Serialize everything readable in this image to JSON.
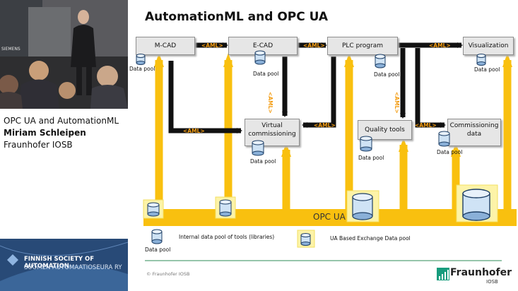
{
  "video": {
    "siemens_text": "SIEMENS"
  },
  "caption": {
    "line1": "OPC UA and AutomationML",
    "line2": "Miriam Schleipen",
    "line3": "Fraunhofer IOSB"
  },
  "banner": {
    "line1": "FINNISH SOCIETY OF AUTOMATION",
    "line2": "SUOMEN AUTOMAATIOSEURA RY"
  },
  "slide": {
    "title": "AutomationML and OPC UA",
    "tools": {
      "mcad": "M-CAD",
      "ecad": "E-CAD",
      "plc": "PLC program",
      "visualization": "Visualization",
      "virtual_line1": "Virtual",
      "virtual_line2": "commissioning",
      "quality": "Quality tools",
      "commissioning_line1": "Commissioning",
      "commissioning_line2": "data"
    },
    "data_pool_label": "Data pool",
    "aml_label": "<AML>",
    "bus_label": "OPC UA",
    "legend": {
      "internal": "Internal data pool of tools (libraries)",
      "internal_sub": "Data pool",
      "ua": "UA Based Exchange Data pool"
    },
    "copyright": "© Fraunhofer IOSB",
    "logo": {
      "word": "Fraunhofer",
      "sub": "IOSB"
    }
  },
  "colors": {
    "bus_yellow": "#f9c00f",
    "aml_orange": "#f39c12",
    "arrow_black": "#111111",
    "footer_green": "#2e8b57",
    "banner_blue": "#2b4f7e"
  }
}
